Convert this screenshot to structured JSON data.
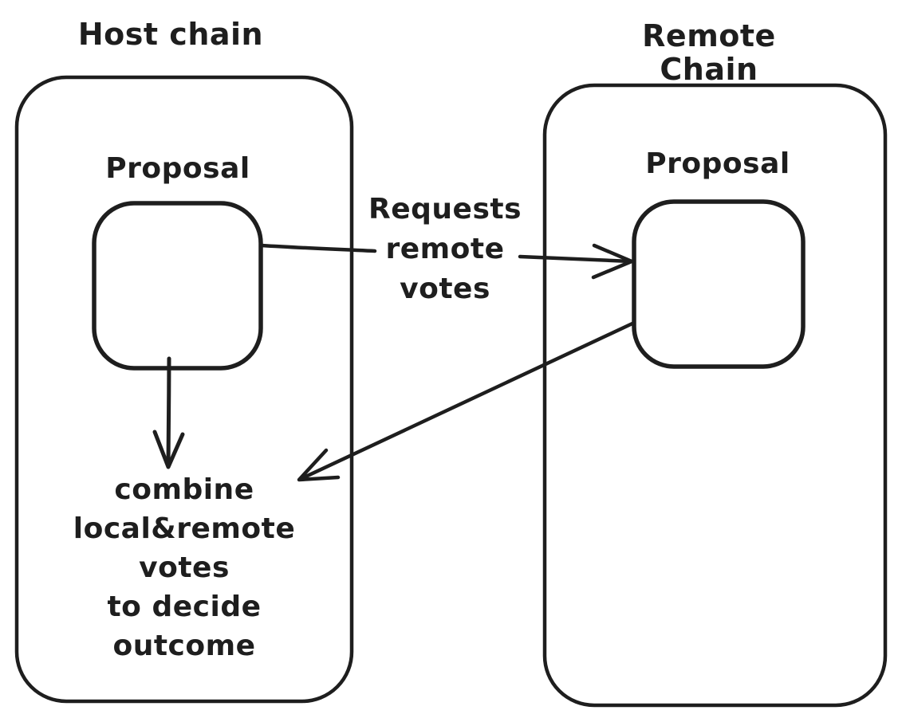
{
  "canvas": {
    "background": "#ffffff",
    "stroke_color": "#1e1e1e",
    "style": "hand-drawn whiteboard diagram"
  },
  "host_chain": {
    "title": "Host chain",
    "proposal_label": "Proposal",
    "note": "combine\nlocal&remote\nvotes\nto decide\noutcome"
  },
  "remote_chain": {
    "title": "Remote Chain",
    "proposal_label": "Proposal"
  },
  "connectors": {
    "requests_label": "Requests\nremote\nvotes",
    "edges": [
      {
        "from": "host-proposal-node",
        "to": "remote-proposal-node",
        "label": "Requests remote votes",
        "direction": "left-to-right"
      },
      {
        "from": "host-proposal-node",
        "to": "combine-votes-note",
        "label": "",
        "direction": "down"
      },
      {
        "from": "remote-proposal-node",
        "to": "combine-votes-note",
        "label": "",
        "direction": "diagonal-down-left"
      }
    ]
  }
}
